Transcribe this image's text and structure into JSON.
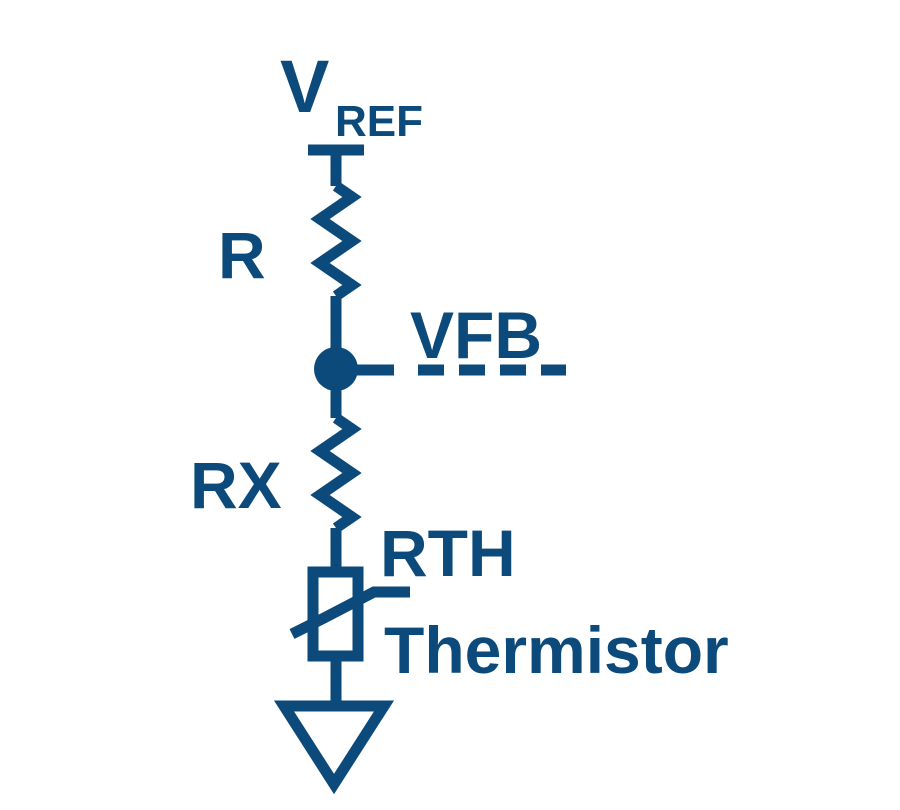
{
  "labels": {
    "vref_main": "V",
    "vref_sub": "REF",
    "r": "R",
    "vfb": "VFB",
    "rx": "RX",
    "rth": "RTH",
    "thermistor": "Thermistor"
  },
  "colors": {
    "ink": "#0b4a7a",
    "background": "#ffffff"
  },
  "icons": {
    "ground": "ground-icon",
    "junction": "junction-dot-icon",
    "resistor": "resistor-icon",
    "thermistor": "thermistor-icon"
  }
}
